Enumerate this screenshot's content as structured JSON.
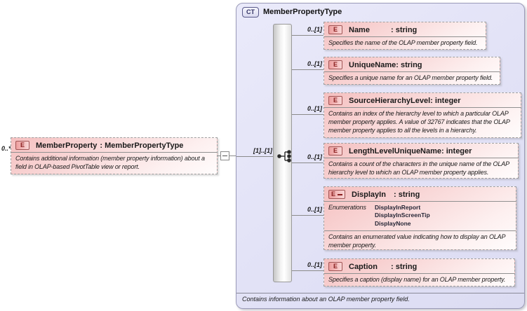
{
  "root_element": {
    "badge": "E",
    "name": "MemberProperty",
    "type_label": ": MemberPropertyType",
    "cardinality": "0..*",
    "connector_cardinality": "[1]..[1]",
    "annotation": "Contains additional information (member property information) about a field in OLAP-based PivotTable view or report."
  },
  "complex_type": {
    "badge": "CT",
    "title": "MemberPropertyType",
    "footer_annotation": "Contains information about an OLAP member property field.",
    "compositor": "sequence",
    "elements": [
      {
        "badge": "E",
        "name": "Name",
        "type_label": ": string",
        "cardinality": "0..[1]",
        "annotation": "Specifies the name of the OLAP member property field."
      },
      {
        "badge": "E",
        "name": "UniqueName",
        "type_label": ": string",
        "cardinality": "0..[1]",
        "annotation": "Specifies a unique name for an OLAP member property field."
      },
      {
        "badge": "E",
        "name": "SourceHierarchyLevel",
        "type_label": ": integer",
        "cardinality": "0..[1]",
        "annotation": "Contains an index of the hierarchy level to which a particular OLAP member property applies. A value of 32767 indicates that the OLAP member property applies to all the levels in a hierarchy."
      },
      {
        "badge": "E",
        "name": "LengthLevelUniqueName",
        "type_label": ": integer",
        "cardinality": "0..[1]",
        "annotation": "Contains a count of the characters in the unique name of the OLAP hierarchy level to which an OLAP member property applies."
      },
      {
        "badge": "E",
        "name": "DisplayIn",
        "type_label": ": string",
        "cardinality": "0..[1]",
        "enum_label": "Enumerations",
        "enumerations": [
          "DisplayInReport",
          "DisplayInScreenTip",
          "DisplayNone"
        ],
        "annotation": "Contains an enumerated value indicating how to display an OLAP member property."
      },
      {
        "badge": "E",
        "name": "Caption",
        "type_label": ": string",
        "cardinality": "0..[1]",
        "annotation": "Specifies a caption (display name) for an OLAP member property."
      }
    ]
  },
  "colors": {
    "container_fill": "#e1e1f6",
    "element_fill_top": "#f5c0c0",
    "badge_border": "#a05555",
    "badge_text": "#8a1f1f",
    "connector": "#8a8a8a"
  }
}
